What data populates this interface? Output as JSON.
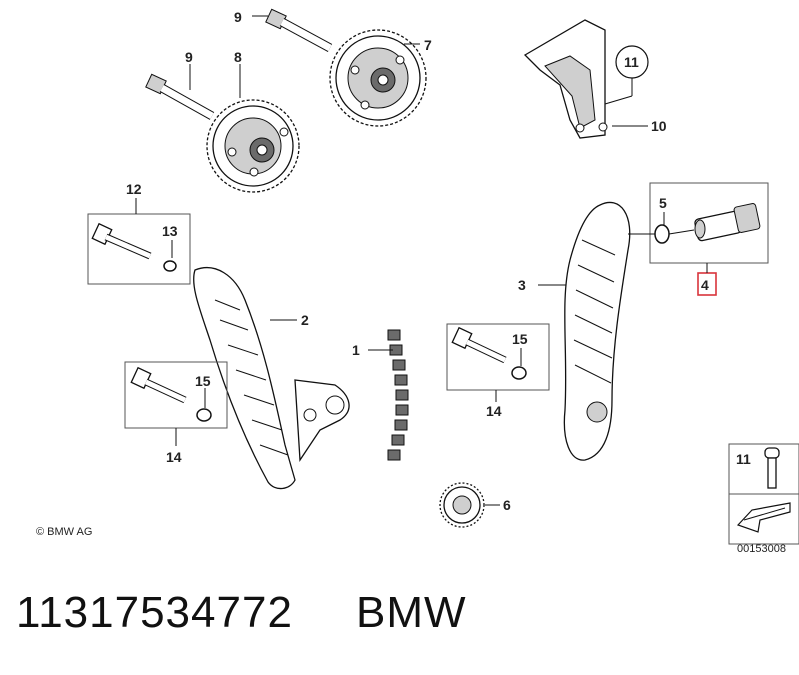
{
  "callouts": {
    "c1": "1",
    "c2": "2",
    "c3": "3",
    "c4": "4",
    "c5": "5",
    "c6": "6",
    "c7": "7",
    "c8": "8",
    "c9a": "9",
    "c9b": "9",
    "c10": "10",
    "c11a": "11",
    "c11b": "11",
    "c12": "12",
    "c13": "13",
    "c14a": "14",
    "c14b": "14",
    "c15a": "15",
    "c15b": "15"
  },
  "copyright": "© BMW AG",
  "diagram_id": "00153008",
  "part_number": "11317534772",
  "brand": "BMW",
  "highlight_color": "#d9343b"
}
